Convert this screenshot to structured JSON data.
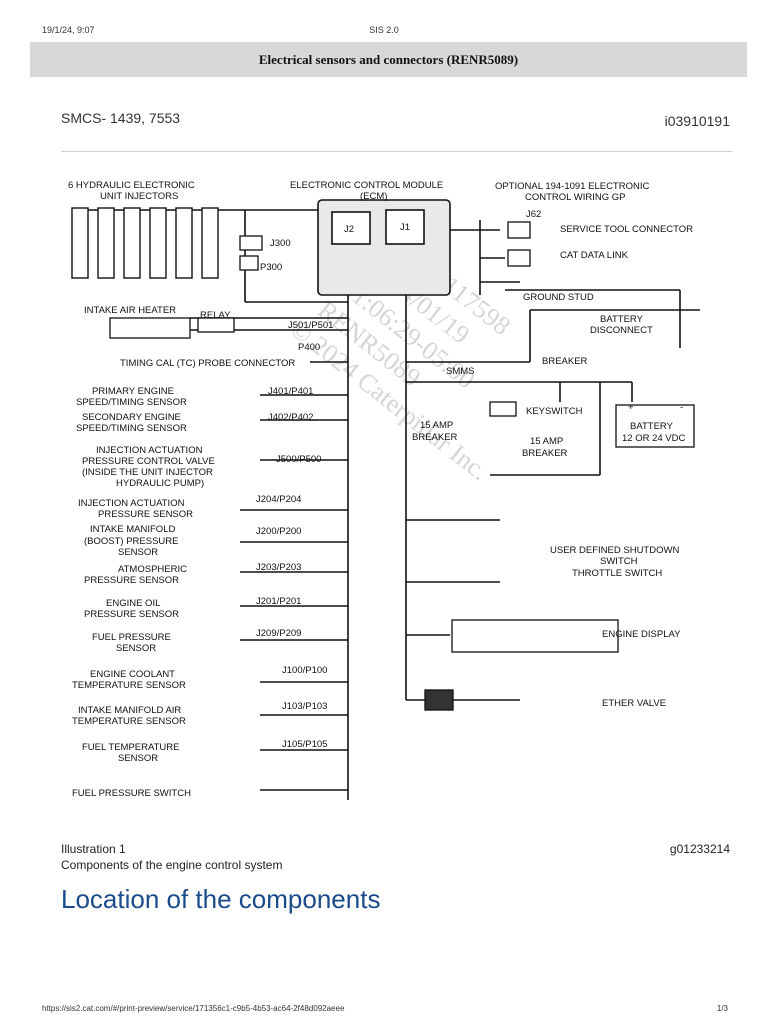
{
  "header": {
    "timestamp": "19/1/24, 9:07",
    "app_name": "SIS 2.0"
  },
  "title": "Electrical sensors and connectors (RENR5089)",
  "smcs": "SMCS- 1439, 7553",
  "doc_id": "i03910191",
  "diagram": {
    "watermark": [
      "PIP-1117598",
      "2024/01/19",
      "21:06:29-05:00",
      "RENR5089",
      "© 2024 Caterpillar Inc."
    ],
    "labels": {
      "injectors": [
        "6 HYDRAULIC ELECTRONIC",
        "UNIT INJECTORS"
      ],
      "ecm": [
        "ELECTRONIC CONTROL MODULE",
        "(ECM)"
      ],
      "ecm_j2": "J2",
      "ecm_j1": "J1",
      "optional": [
        "OPTIONAL 194-1091 ELECTRONIC",
        "CONTROL WIRING GP"
      ],
      "j62": "J62",
      "service_tool": "SERVICE TOOL CONNECTOR",
      "cat_data_link": "CAT DATA LINK",
      "ground_stud": "GROUND STUD",
      "j300": "J300",
      "p300": "P300",
      "intake_air_heater": "INTAKE AIR HEATER",
      "relay": "RELAY",
      "j501": "J501/P501",
      "battery_disconnect": [
        "BATTERY",
        "DISCONNECT"
      ],
      "p400": "P400",
      "timing_cal": "TIMING CAL (TC) PROBE CONNECTOR",
      "smms": "SMMS",
      "breaker": "BREAKER",
      "primary_speed": [
        "PRIMARY ENGINE",
        "SPEED/TIMING SENSOR"
      ],
      "j401": "J401/P401",
      "keyswitch": "KEYSWITCH",
      "battery_plus": "+",
      "battery_minus": "-",
      "battery": [
        "BATTERY",
        "12 OR 24 VDC"
      ],
      "secondary_speed": [
        "SECONDARY ENGINE",
        "SPEED/TIMING SENSOR"
      ],
      "j402": "J402/P402",
      "amp_breaker_left": [
        "15 AMP",
        "BREAKER"
      ],
      "amp_breaker_right": [
        "15 AMP",
        "BREAKER"
      ],
      "ipcv": [
        "INJECTION ACTUATION",
        "PRESSURE CONTROL VALVE",
        "(INSIDE THE UNIT INJECTOR",
        "HYDRAULIC PUMP)"
      ],
      "j500": "J500/P500",
      "iap_sensor": [
        "INJECTION ACTUATION",
        "PRESSURE SENSOR"
      ],
      "j204": "J204/P204",
      "boost_sensor": [
        "INTAKE MANIFOLD",
        "(BOOST)  PRESSURE",
        "SENSOR"
      ],
      "j200": "J200/P200",
      "user_defined": [
        "USER DEFINED SHUTDOWN",
        "SWITCH"
      ],
      "throttle": "THROTTLE SWITCH",
      "atm_sensor": [
        "ATMOSPHERIC",
        "PRESSURE SENSOR"
      ],
      "j203": "J203/P203",
      "oil_sensor": [
        "ENGINE OIL",
        "PRESSURE SENSOR"
      ],
      "j201": "J201/P201",
      "fuel_pressure": [
        "FUEL PRESSURE",
        "SENSOR"
      ],
      "j209": "J209/P209",
      "engine_display": "ENGINE DISPLAY",
      "coolant": [
        "ENGINE COOLANT",
        "TEMPERATURE SENSOR"
      ],
      "j100": "J100/P100",
      "ether_valve": "ETHER VALVE",
      "imat": [
        "INTAKE MANIFOLD AIR",
        "TEMPERATURE SENSOR"
      ],
      "j103": "J103/P103",
      "fuel_temp": [
        "FUEL TEMPERATURE",
        "SENSOR"
      ],
      "j105": "J105/P105",
      "fuel_switch": "FUEL PRESSURE SWITCH"
    }
  },
  "illustration": {
    "label": "Illustration 1",
    "id": "g01233214",
    "caption": "Components of the engine control system"
  },
  "section_heading": "Location of the components",
  "footer": {
    "url": "https://sis2.cat.com/#/print-preview/service/171356c1-c9b5-4b53-ac64-2f48d092aeee",
    "page": "1/3"
  }
}
